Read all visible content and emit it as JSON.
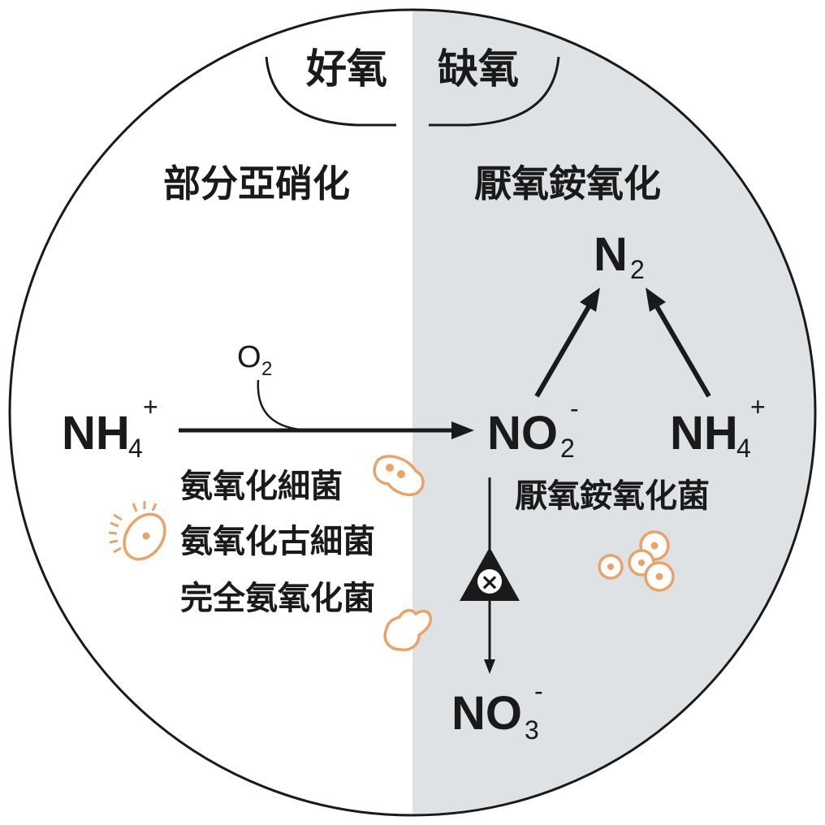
{
  "zones": {
    "aerobic": "好氧",
    "anoxic": "缺氧"
  },
  "processes": {
    "left": "部分亞硝化",
    "right": "厭氧銨氧化"
  },
  "species": {
    "nh4_left": {
      "base": "NH",
      "sub": "4",
      "sup": "+"
    },
    "o2": {
      "base": "O",
      "sub": "2"
    },
    "no2": {
      "base": "NO",
      "sub": "2",
      "sup": "-"
    },
    "nh4_right": {
      "base": "NH",
      "sub": "4",
      "sup": "+"
    },
    "n2": {
      "base": "N",
      "sub": "2"
    },
    "no3": {
      "base": "NO",
      "sub": "3",
      "sup": "-"
    }
  },
  "microbes_left": [
    "氨氧化細菌",
    "氨氧化古細菌",
    "完全氨氧化菌"
  ],
  "microbes_right": "厭氧銨氧化菌",
  "blocked_symbol": "×",
  "colors": {
    "anoxic_bg": "#dfe2e5",
    "ink": "#1a1a1a",
    "microbe": "#e8a36a"
  }
}
